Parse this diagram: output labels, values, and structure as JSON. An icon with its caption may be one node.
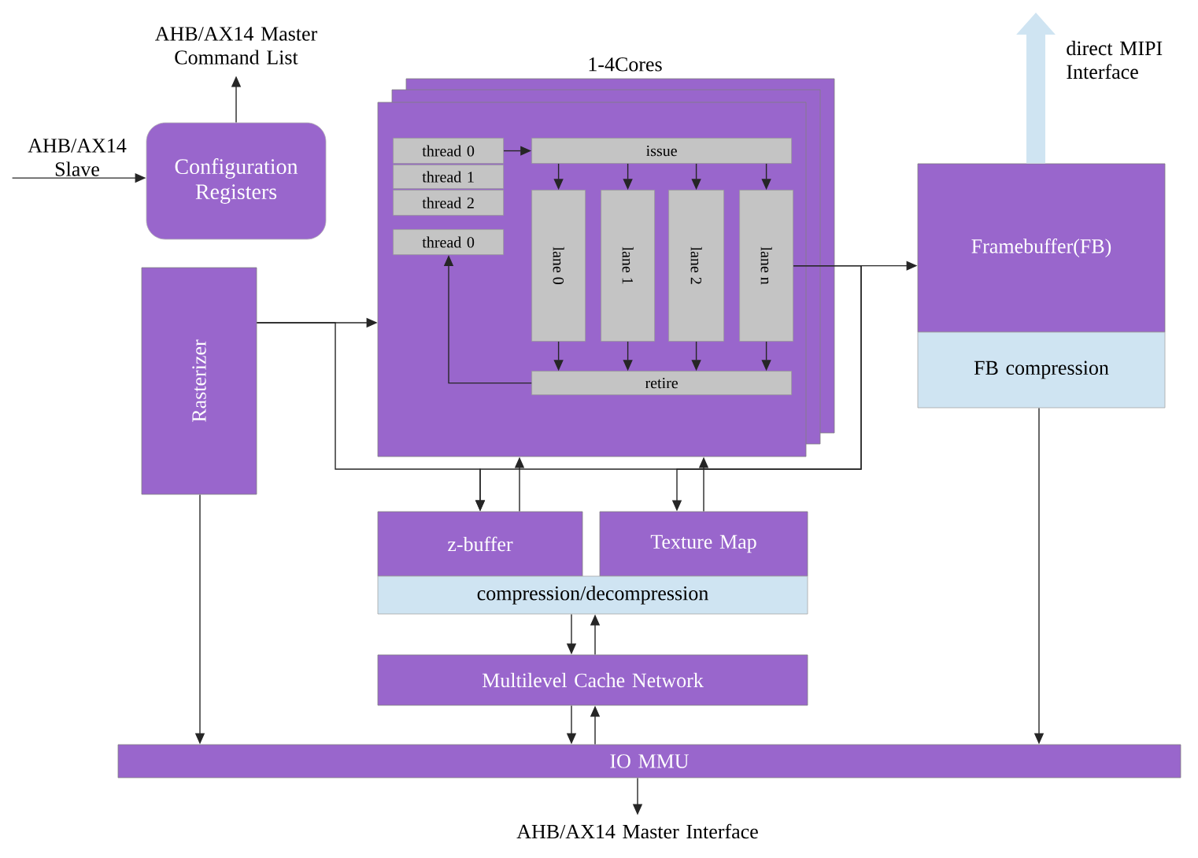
{
  "diagram": {
    "nodes": [
      {
        "text": [
          "AHB/AX14 Master Command List"
        ]
      },
      {
        "text": [
          "Configuration Registers"
        ]
      },
      {
        "text": [
          "AHB/AX14 Slave"
        ]
      },
      {
        "text": [
          "Rasterizer"
        ]
      },
      {
        "text": [
          "1-4Cores"
        ]
      },
      {
        "text": [
          "thread  0"
        ],
        "in": 4
      },
      {
        "text": [
          "thread  1"
        ],
        "in": 4
      },
      {
        "text": [
          "thread  2"
        ],
        "in": 4
      },
      {
        "text": [
          "thread  0"
        ],
        "in": 4
      },
      {
        "text": [
          "issue"
        ],
        "in": 4
      },
      {
        "text": [
          "lane 0"
        ],
        "in": 4
      },
      {
        "text": [
          "lane 1"
        ],
        "in": 4
      },
      {
        "text": [
          "lane 2"
        ],
        "in": 4
      },
      {
        "text": [
          "lane n"
        ],
        "in": 4
      },
      {
        "text": [
          "retire"
        ],
        "in": 4
      },
      {
        "text": [
          "Framebuffer(FB)"
        ]
      },
      {
        "text": [
          "FB compression"
        ]
      },
      {
        "text": [
          "z-buffer"
        ]
      },
      {
        "text": [
          "Texture Map"
        ]
      },
      {
        "text": [
          "compression/decompression"
        ]
      },
      {
        "text": [
          "Multilevel Cache Network"
        ]
      },
      {
        "text": [
          "IO MMU"
        ]
      },
      {
        "text": [
          "AHB/AX14 Master Interface"
        ]
      }
    ],
    "edges": [
      {
        "from": 1,
        "to": 0,
        "arrow": "to"
      },
      {
        "from": 2,
        "to": 1,
        "arrow": "to"
      },
      {
        "from": 3,
        "to": 4,
        "arrow": "to"
      },
      {
        "from": 3,
        "to": 17,
        "arrow": "to"
      },
      {
        "from": 13,
        "to": 15,
        "arrow": "to"
      },
      {
        "from": 13,
        "to": 17,
        "arrow": "to"
      },
      {
        "from": 13,
        "to": 18,
        "arrow": "to"
      },
      {
        "from": 17,
        "to": 4,
        "arrow": "to"
      },
      {
        "from": 18,
        "to": 4,
        "arrow": "to"
      },
      {
        "from": 5,
        "to": 9,
        "arrow": "to"
      },
      {
        "from": 9,
        "to": 10,
        "arrow": "to"
      },
      {
        "from": 9,
        "to": 11,
        "arrow": "to"
      },
      {
        "from": 9,
        "to": 12,
        "arrow": "to"
      },
      {
        "from": 9,
        "to": 13,
        "arrow": "to"
      },
      {
        "from": 10,
        "to": 14,
        "arrow": "to"
      },
      {
        "from": 11,
        "to": 14,
        "arrow": "to"
      },
      {
        "from": 12,
        "to": 14,
        "arrow": "to"
      },
      {
        "from": 13,
        "to": 14,
        "arrow": "to"
      },
      {
        "from": 14,
        "to": 8,
        "arrow": "to"
      },
      {
        "from": 19,
        "to": 20,
        "arrow": "to"
      },
      {
        "from": 20,
        "to": 19,
        "arrow": "to"
      },
      {
        "from": 20,
        "to": 21,
        "arrow": "to"
      },
      {
        "from": 21,
        "to": 20,
        "arrow": "to"
      },
      {
        "from": 3,
        "to": 21,
        "arrow": "to"
      },
      {
        "from": 16,
        "to": 21,
        "arrow": "to"
      },
      {
        "from": 21,
        "to": 22,
        "arrow": "to"
      },
      {
        "from": 15,
        "to": null,
        "arrow": "to",
        "label": "direct MIPI Interface",
        "style": "thick",
        "color": "#cfe4f2"
      }
    ]
  }
}
